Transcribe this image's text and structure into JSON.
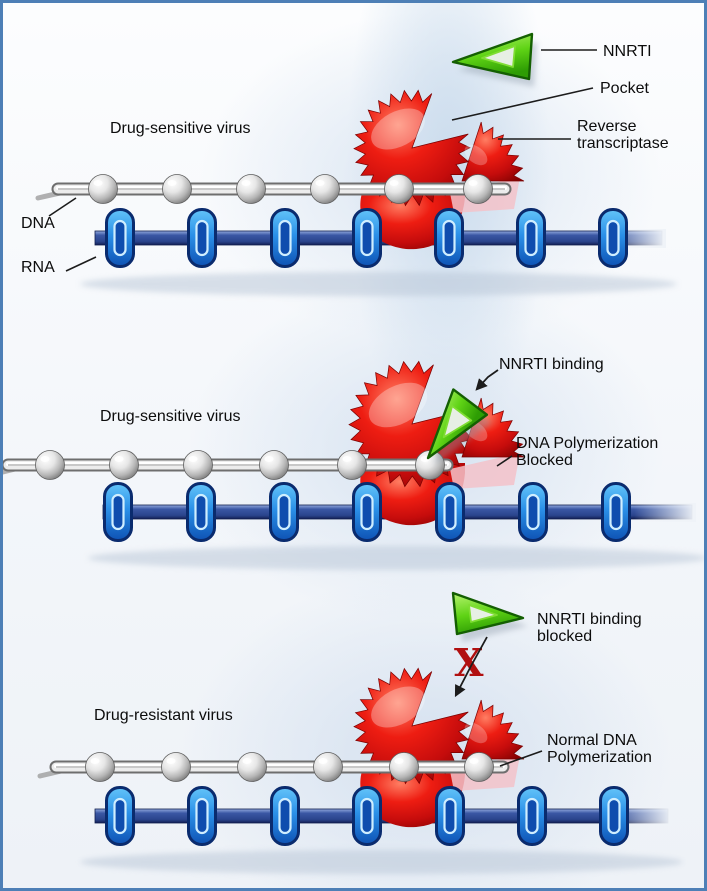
{
  "figure": {
    "description": "NNRTI mechanism diagram",
    "border_color": "#4d7fb6"
  },
  "colors": {
    "enzyme_red": "#d40f0f",
    "nnrti_green": "#58cc12",
    "rna_strand_blue": "#2c478f",
    "rna_link_blue": "#2b90e8",
    "dna_silver": "#c0c0c0",
    "blocked_x_red": "#b11010",
    "label_ink": "#0c0c0c"
  },
  "panels": [
    {
      "id": "drug-sensitive-top",
      "title": "Drug-sensitive virus",
      "labels": {
        "nnrti": "NNRTI",
        "pocket": "Pocket",
        "reverse_transcriptase": "Reverse\ntranscriptase",
        "dna": "DNA",
        "rna": "RNA"
      }
    },
    {
      "id": "drug-sensitive-middle",
      "title": "Drug-sensitive virus",
      "labels": {
        "nnrti_binding": "NNRTI binding",
        "dna_polymerization_blocked": "DNA Polymerization\nBlocked"
      }
    },
    {
      "id": "drug-resistant-bottom",
      "title": "Drug-resistant virus",
      "labels": {
        "nnrti_binding_blocked": "NNRTI binding\nblocked",
        "normal_dna_polymerization": "Normal DNA\nPolymerization",
        "x_mark": "X"
      }
    }
  ]
}
